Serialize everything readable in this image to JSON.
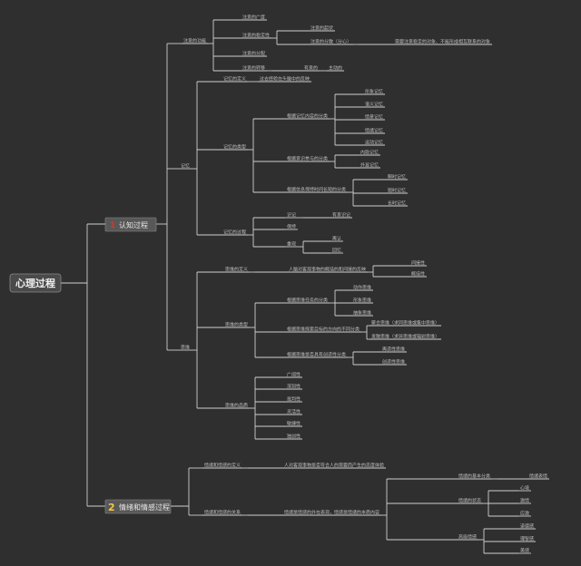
{
  "root": "心理过程",
  "colors": {
    "background": "#2f2f2f",
    "edge": "#cfcfcf",
    "badge_1": "#d23a2a",
    "badge_2": "#f2c744"
  },
  "main": [
    {
      "number": "1",
      "label": "认知过程"
    },
    {
      "number": "2",
      "label": "情绪和情感过程"
    }
  ],
  "nodes": {
    "attention": "注意的功能",
    "att_1": "注意的广度",
    "att_2": "注意的稳定性",
    "att_2a": "注意的起伏",
    "att_2b": "注意的分散（分心）",
    "att_2b_note": "需要注意稳定的对象、不能形成相互联系的对象",
    "att_3": "注意的分配",
    "att_4": "注意的转移",
    "att_4a": "有意的",
    "att_4b": "主动的",
    "memory": "记忆",
    "mem_def": "记忆的定义",
    "mem_def_text": "过去经验在头脑中的反映",
    "mem_types": "记忆的类型",
    "mem_content": "根据记忆内容的分类",
    "mc_1": "形象记忆",
    "mc_2": "语义记忆",
    "mc_3": "情景记忆",
    "mc_4": "情绪记忆",
    "mc_5": "运动记忆",
    "mem_conscious": "根据意识参与的分类",
    "mco_1": "内隐记忆",
    "mco_2": "外显记忆",
    "mem_time": "根据信息保持时间长短的分类",
    "mt_1": "瞬时记忆",
    "mt_2": "短时记忆",
    "mt_3": "长时记忆",
    "mem_process": "记忆的过程",
    "mp_1": "识记",
    "mp_1a": "有意识记",
    "mp_2": "保持",
    "mp_3": "重现",
    "mp_3a": "再认",
    "mp_3b": "回忆",
    "thinking": "思维",
    "th_def": "思维的定义",
    "th_def_text": "人脑对客观事物的概括的和间接的反映",
    "th_def_a": "间接性",
    "th_def_b": "概括性",
    "th_types": "思维的类型",
    "tt_1": "根据思维任务的分类",
    "tt_1a": "动作思维",
    "tt_1b": "形象思维",
    "tt_1c": "抽象思维",
    "tt_2": "根据思维探索目标的方向的不同分类",
    "tt_2a": "聚合思维（求同思维或集中思维）",
    "tt_2b": "发散思维（求异思维或辐射思维）",
    "tt_3": "根据思维是否具有创造性分类",
    "tt_3a": "再造性思维",
    "tt_3b": "创造性思维",
    "th_quality": "思维的品质",
    "tq_1": "广阔性",
    "tq_2": "深刻性",
    "tq_3": "批判性",
    "tq_4": "灵活性",
    "tq_5": "敏捷性",
    "tq_6": "独创性",
    "emo_def": "情绪和情感的定义",
    "emo_def_text": "人对客观事物是否符合人的需要而产生的态度体验",
    "emo_rel": "情绪和情感的关系",
    "emo_rel_text": "情绪是情感的外在表现，情感是情绪的本质内容",
    "emo_basic": "情绪的基本分类",
    "emo_basic_a": "情绪表情",
    "emo_state": "情绪的状态",
    "es_1": "心境",
    "es_2": "激情",
    "es_3": "应激",
    "emo_higher": "高级情感",
    "eh_1": "道德感",
    "eh_2": "理智感",
    "eh_3": "美感"
  }
}
